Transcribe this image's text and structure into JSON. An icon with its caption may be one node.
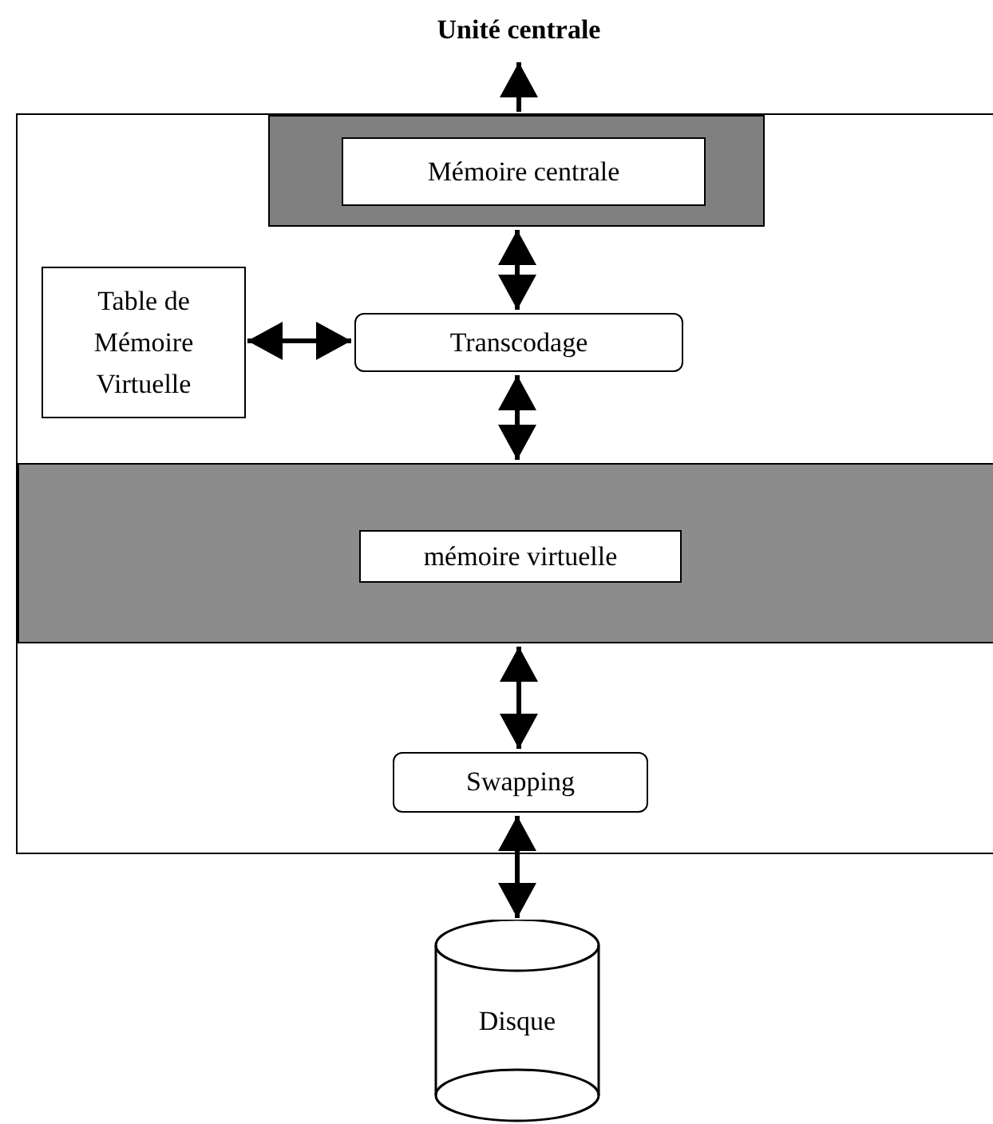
{
  "diagram": {
    "nodes": [
      {
        "text": [
          "Unité centrale"
        ]
      },
      {
        "text": [],
        "shape": "box"
      },
      {
        "text": [],
        "shape": "box",
        "in": 1
      },
      {
        "text": [
          "Mémoire centrale"
        ],
        "in": 2
      },
      {
        "text": [
          "Table de Mémoire Virtuelle"
        ],
        "in": 1
      },
      {
        "text": [
          "Transcodage"
        ],
        "in": 1
      },
      {
        "text": [],
        "shape": "box",
        "in": 1
      },
      {
        "text": [
          "mémoire virtuelle"
        ],
        "in": 6
      },
      {
        "text": [
          "Swapping"
        ],
        "in": 1
      },
      {
        "text": [
          "Disque"
        ]
      }
    ],
    "edges": [
      {
        "from": 2,
        "to": 0,
        "arrow": "to"
      },
      {
        "from": 2,
        "to": 5,
        "arrow": "both"
      },
      {
        "from": 4,
        "to": 5,
        "arrow": "both"
      },
      {
        "from": 5,
        "to": 6,
        "arrow": "both"
      },
      {
        "from": 6,
        "to": 8,
        "arrow": "both"
      },
      {
        "from": 8,
        "to": 9,
        "arrow": "both"
      }
    ]
  }
}
